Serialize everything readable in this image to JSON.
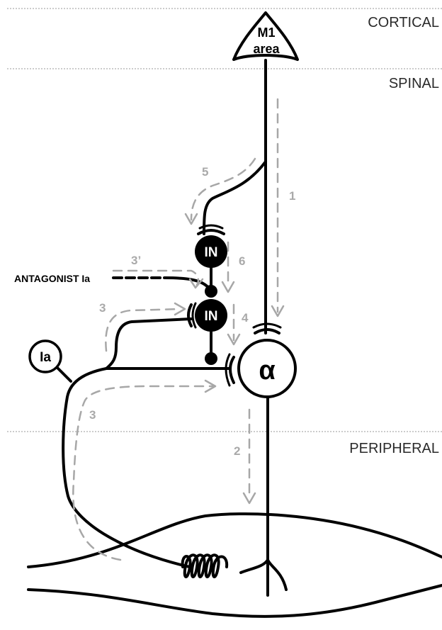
{
  "regions": {
    "cortical": "CORTICAL",
    "spinal": "SPINAL",
    "peripheral": "PERIPHERAL"
  },
  "cells": {
    "m1_line1": "M1",
    "m1_line2": "area",
    "interneuron": "IN",
    "motor_neuron": "α",
    "ia_afferent": "Ia"
  },
  "inputs": {
    "antagonist": "ANTAGONIST Ia"
  },
  "pathway_labels": {
    "p1": "1",
    "p2": "2",
    "p3_top": "3",
    "p3_prime": "3’",
    "p3_bottom": "3",
    "p4": "4",
    "p5": "5",
    "p6": "6"
  },
  "colors": {
    "neuron": "#000000",
    "pathway": "#a7a7a7",
    "region_text": "#2a2a2a"
  }
}
